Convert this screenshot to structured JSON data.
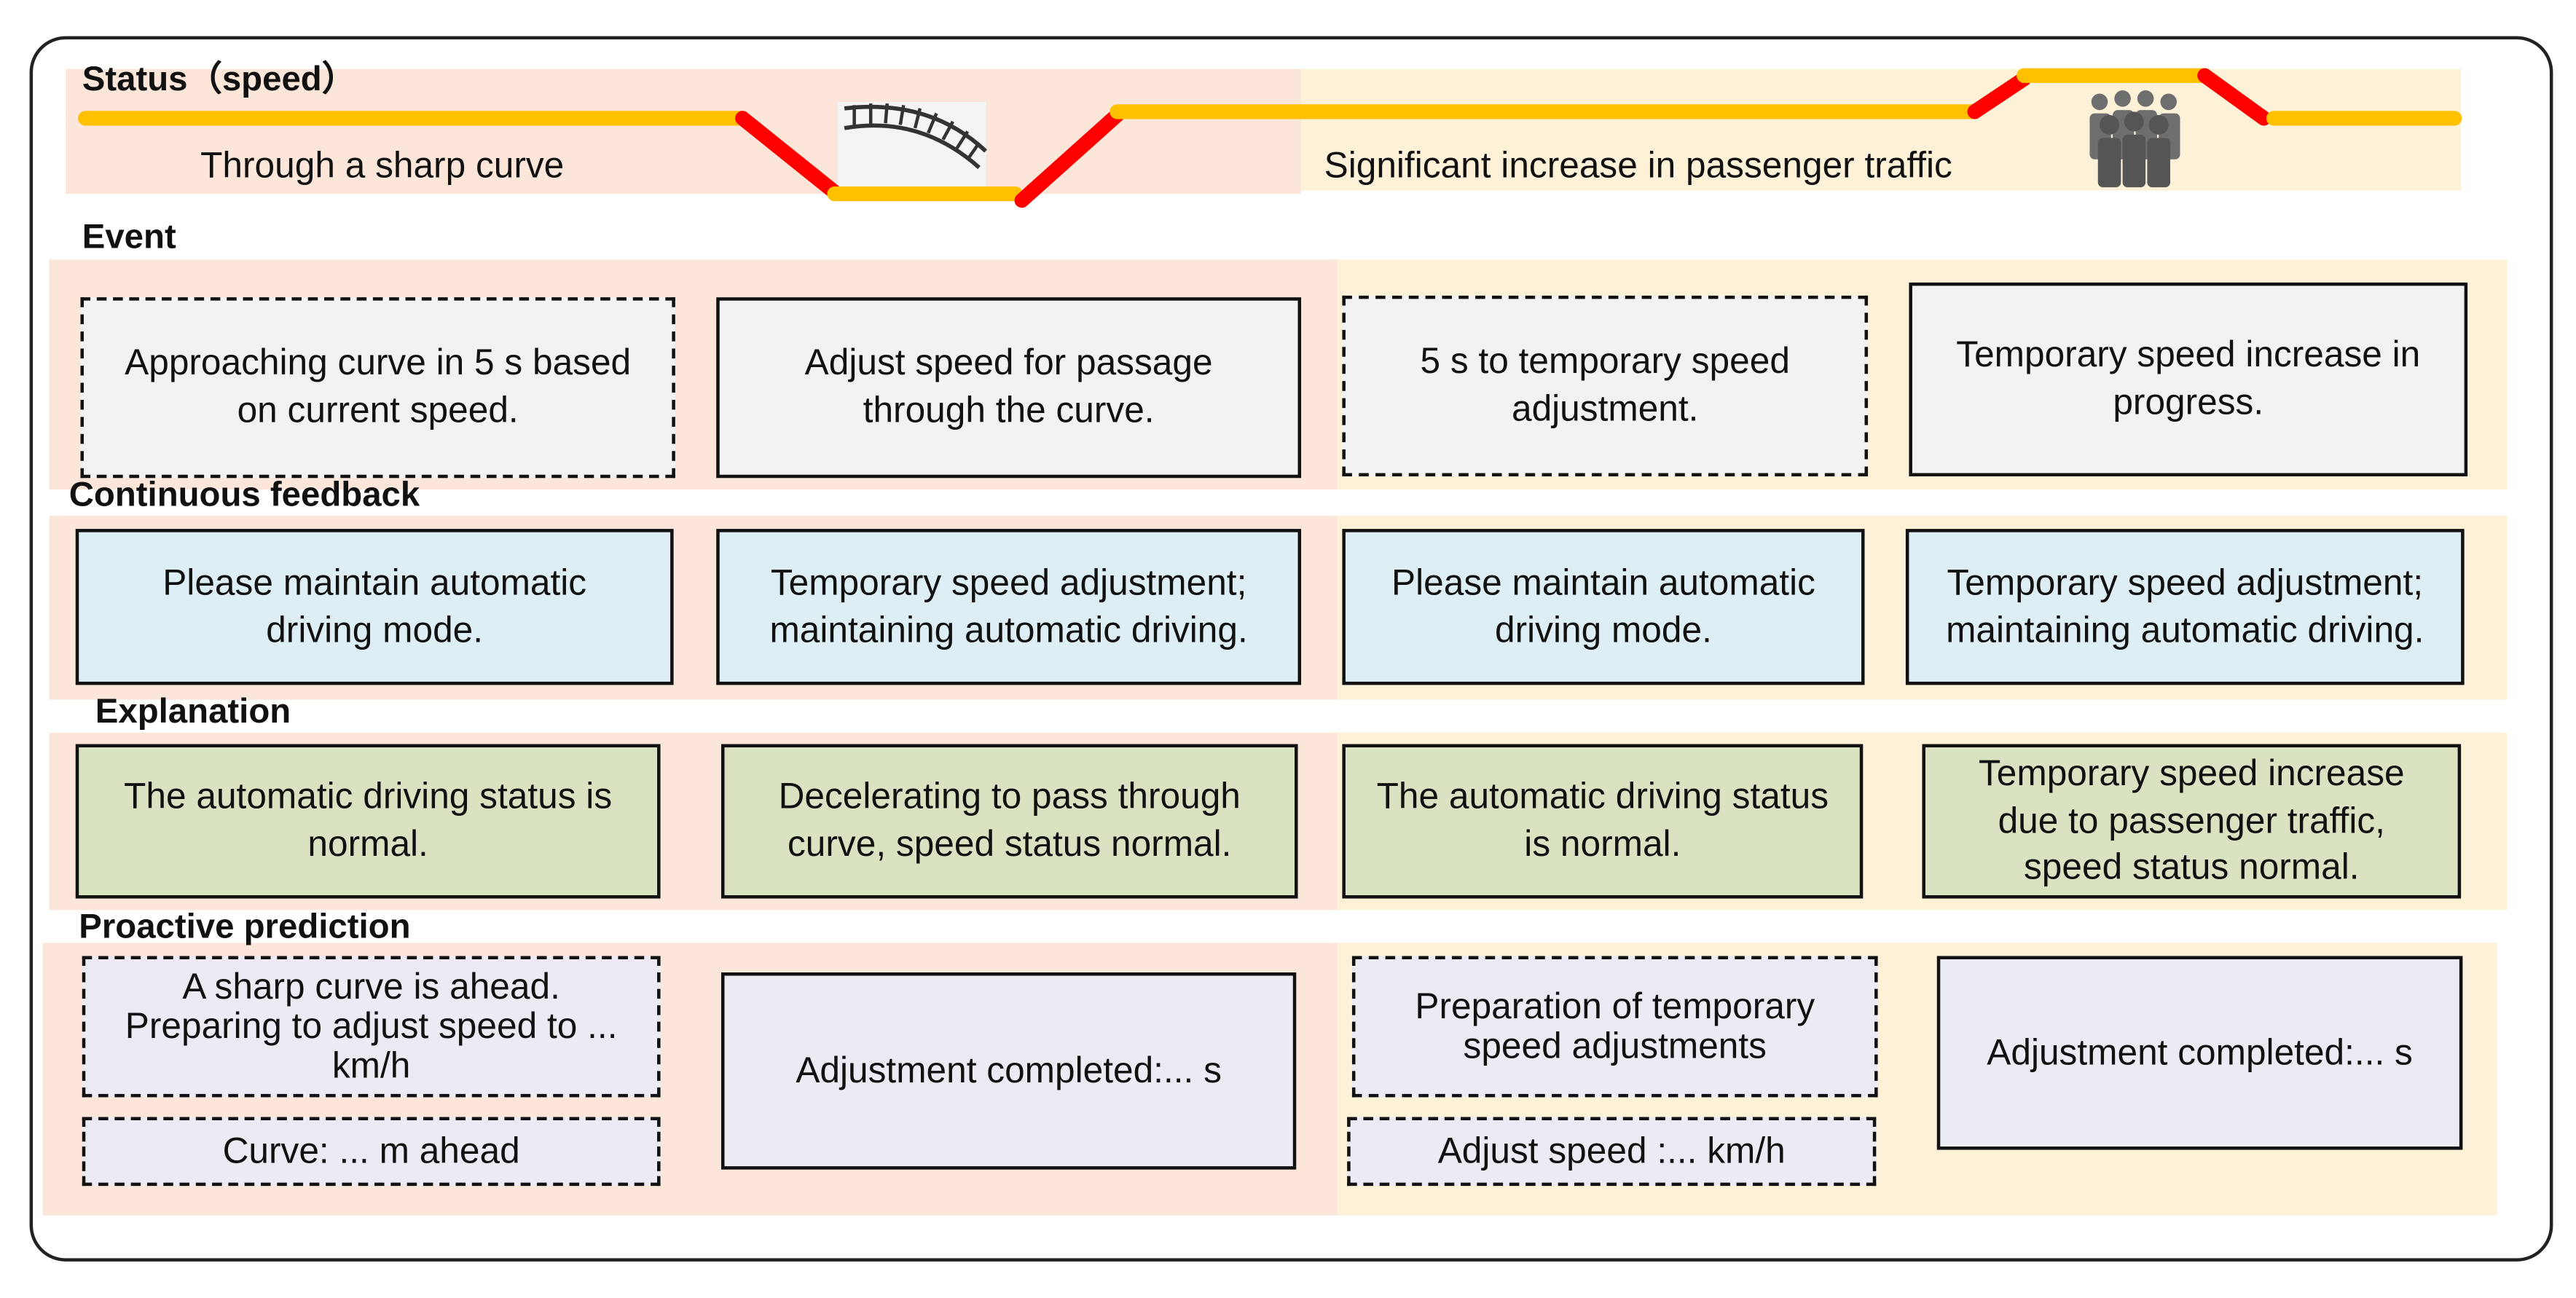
{
  "status": {
    "title": "Status（speed）",
    "left_caption": "Through a sharp curve",
    "right_caption": "Significant increase in passenger traffic"
  },
  "rows": {
    "event": "Event",
    "feedback": "Continuous feedback",
    "explanation": "Explanation",
    "prediction": "Proactive prediction"
  },
  "event": {
    "left_1": "Approaching curve in 5 s based\non current speed.",
    "left_2": "Adjust speed for passage\nthrough the curve.",
    "right_1": "5 s to temporary speed\nadjustment.",
    "right_2": "Temporary speed increase in\nprogress."
  },
  "feedback": {
    "left_1": "Please maintain automatic\ndriving mode.",
    "left_2": "Temporary speed adjustment;\nmaintaining automatic driving.",
    "right_1": "Please maintain automatic\ndriving mode.",
    "right_2": "Temporary speed adjustment;\nmaintaining automatic driving."
  },
  "explanation": {
    "left_1": "The automatic driving status is\nnormal.",
    "left_2": "Decelerating to pass through\ncurve, speed status normal.",
    "right_1": "The automatic driving status\nis normal.",
    "right_2": "Temporary speed increase\ndue to passenger traffic,\nspeed status normal."
  },
  "prediction": {
    "left_1": "A sharp curve is ahead.\nPreparing to adjust speed to ...\nkm/h",
    "left_2": "Curve: ... m ahead",
    "left_3": "Adjustment completed:... s",
    "right_1": "Preparation of temporary\nspeed adjustments",
    "right_2": "Adjust speed :... km/h",
    "right_3": "Adjustment completed:... s"
  },
  "icons": {
    "curve": "curved-rail-track-icon",
    "crowd": "crowd-icon"
  },
  "colors": {
    "normal_speed": "#ffc000",
    "speed_change": "#ff0000",
    "pink_band": "#fbe6d9",
    "yellow_band": "#fdf2d8",
    "feedback_box": "#ddeef4",
    "explanation_box": "#d9e3c2"
  }
}
